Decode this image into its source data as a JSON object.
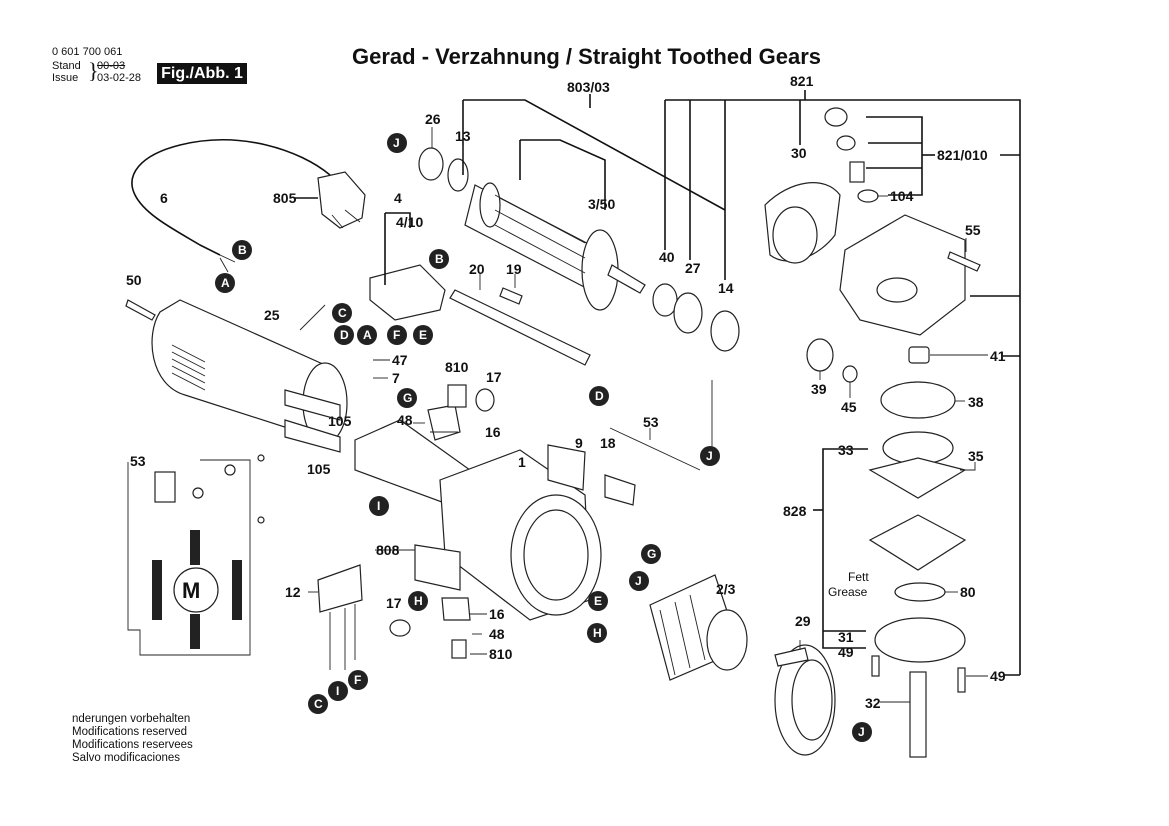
{
  "header": {
    "document_number": "0 601 700 061",
    "stand_label": "Stand",
    "issue_label": "Issue",
    "stand_value": "00-03",
    "issue_value": "03-02-28",
    "figure_label": "Fig./Abb. 1",
    "title": "Gerad - Verzahnung / Straight Toothed Gears"
  },
  "footer_notes": [
    "nderungen vorbehalten",
    "Modifications reserved",
    "Modifications reservees",
    "Salvo modificaciones"
  ],
  "part_labels": {
    "p1": "1",
    "p2_3": "2/3",
    "p3_50": "3/50",
    "p4": "4",
    "p4_10": "4/10",
    "p6": "6",
    "p7": "7",
    "p9": "9",
    "p12": "12",
    "p13": "13",
    "p14": "14",
    "p16a": "16",
    "p16b": "16",
    "p17a": "17",
    "p17b": "17",
    "p18": "18",
    "p19": "19",
    "p20": "20",
    "p25": "25",
    "p26": "26",
    "p27": "27",
    "p29": "29",
    "p30": "30",
    "p31": "31",
    "p32": "32",
    "p33": "33",
    "p35": "35",
    "p38": "38",
    "p39": "39",
    "p40": "40",
    "p41": "41",
    "p45": "45",
    "p47": "47",
    "p48a": "48",
    "p48b": "48",
    "p49a": "49",
    "p49b": "49",
    "p50": "50",
    "p53a": "53",
    "p53b": "53",
    "p55": "55",
    "p80": "80",
    "p104": "104",
    "p105a": "105",
    "p105b": "105",
    "p803_03": "803/03",
    "p805": "805",
    "p808": "808",
    "p810a": "810",
    "p810b": "810",
    "p821": "821",
    "p821_010": "821/010",
    "p828": "828",
    "fett": "Fett",
    "grease": "Grease",
    "motor": "M"
  },
  "connectors": {
    "A1": "A",
    "A2": "A",
    "B1": "B",
    "B2": "B",
    "C1": "C",
    "C2": "C",
    "D1": "D",
    "D2": "D",
    "E1": "E",
    "E2": "E",
    "F1": "F",
    "F2": "F",
    "G1": "G",
    "G2": "G",
    "H1": "H",
    "H2": "H",
    "I1": "I",
    "I2": "I",
    "J1": "J",
    "J2": "J",
    "J3": "J",
    "J4": "J"
  }
}
